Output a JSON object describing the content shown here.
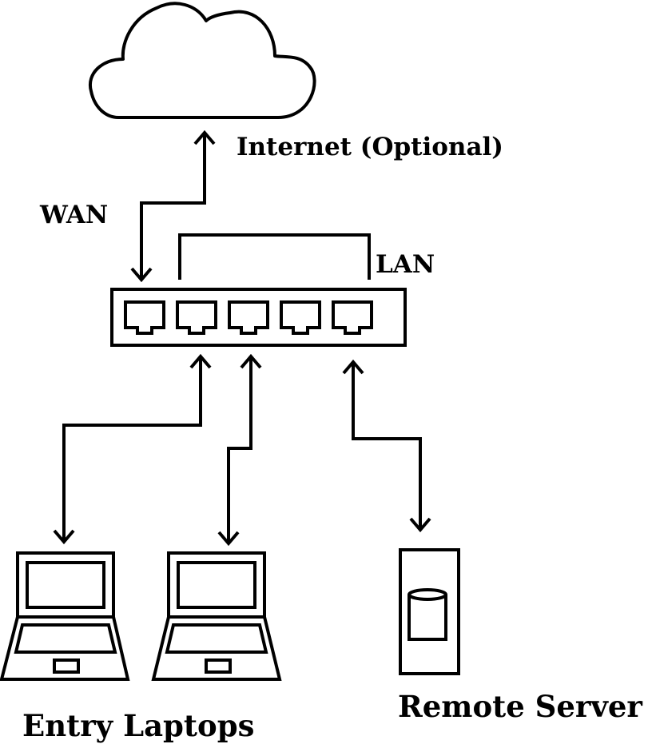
{
  "labels": {
    "internet": "Internet (Optional)",
    "wan": "WAN",
    "lan": "LAN",
    "laptops": "Entry Laptops",
    "server": "Remote Server"
  },
  "icons": {
    "cloud": "cloud-icon",
    "switch": "network-switch-icon",
    "port": "ethernet-port-icon",
    "laptop": "laptop-icon",
    "server": "server-icon"
  },
  "switch": {
    "port_count": 5
  },
  "colors": {
    "stroke": "#000000",
    "background": "#ffffff"
  }
}
